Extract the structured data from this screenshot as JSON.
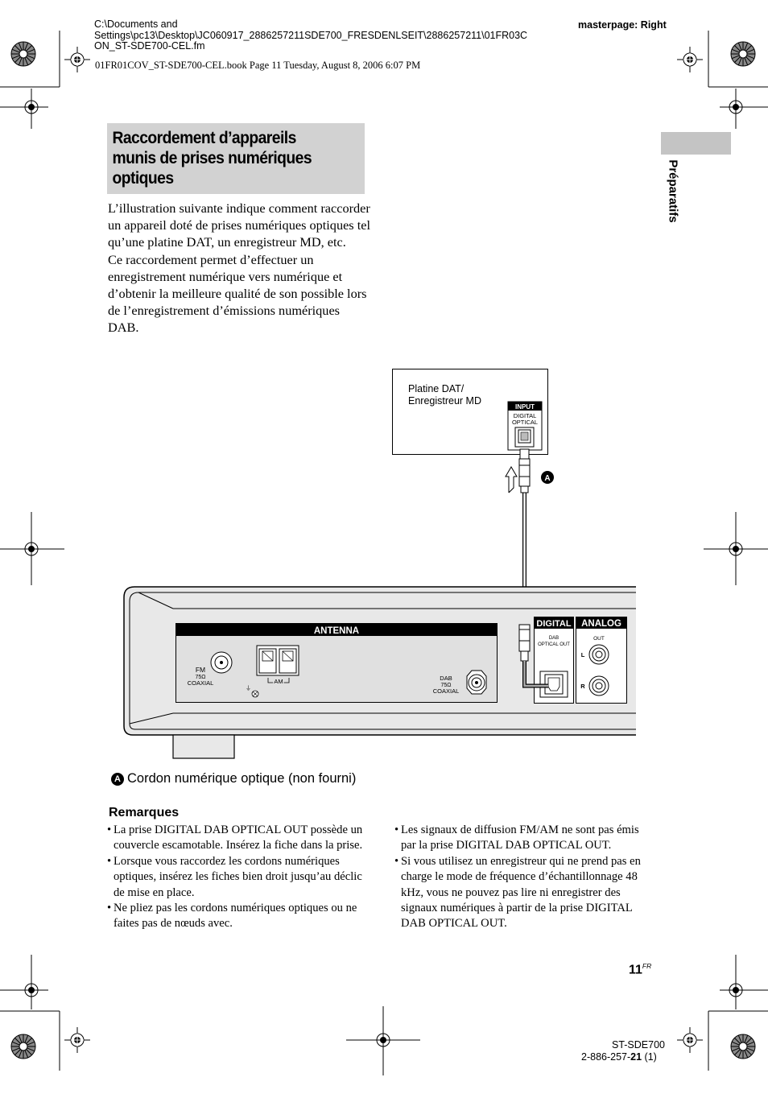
{
  "header": {
    "path_line1": "C:\\Documents and",
    "path_line2": "Settings\\pc13\\Desktop\\JC060917_2886257211SDE700_FRESDENLSEIT\\2886257211\\01FR03C",
    "path_line3": "ON_ST-SDE700-CEL.fm",
    "masterpage": "masterpage: Right",
    "book_line": "01FR01COV_ST-SDE700-CEL.book  Page 11  Tuesday, August 8, 2006  6:07 PM"
  },
  "section": {
    "title_line1": "Raccordement d’appareils",
    "title_line2": "munis de prises numériques",
    "title_line3": "optiques",
    "side_tab": "Préparatifs"
  },
  "intro": {
    "p1": "L’illustration suivante indique comment raccorder un appareil doté de prises numériques optiques tel qu’une platine DAT, un enregistreur MD, etc.",
    "p2": "Ce raccordement permet d’effectuer un enregistrement numérique vers numérique et d’obtenir la meilleure qualité de son possible lors de l’enregistrement d’émissions numériques DAB."
  },
  "diagram": {
    "device_line1": "Platine DAT/",
    "device_line2": "Enregistreur MD",
    "input_label": "INPUT",
    "digital_optical_1": "DIGITAL",
    "digital_optical_2": "OPTICAL",
    "callout": "A",
    "antenna": "ANTENNA",
    "fm": "FM",
    "fm_ohm": "75Ω",
    "fm_coaxial": "COAXIAL",
    "am": "AM",
    "dab": "DAB",
    "dab_ohm": "75Ω",
    "dab_coaxial": "COAXIAL",
    "digital": "DIGITAL",
    "analog": "ANALOG",
    "dab_optical_1": "DAB",
    "dab_optical_2": "OPTICAL OUT",
    "out": "OUT",
    "l": "L",
    "r": "R"
  },
  "legend": {
    "badge": "A",
    "text": "Cordon numérique optique (non fourni)"
  },
  "remarks": {
    "title": "Remarques",
    "left": [
      "La prise DIGITAL DAB OPTICAL OUT possède un couvercle escamotable. Insérez la fiche dans la prise.",
      "Lorsque vous raccordez les cordons numériques optiques, insérez les fiches bien droit jusqu’au déclic de mise en place.",
      "Ne pliez pas les cordons numériques optiques ou ne faites pas de nœuds avec."
    ],
    "right": [
      "Les signaux de diffusion FM/AM ne sont pas émis par la prise DIGITAL DAB OPTICAL OUT.",
      "Si vous utilisez un enregistreur qui ne prend pas en charge le mode de fréquence d’échantillonnage 48 kHz, vous ne pouvez pas lire ni enregistrer des signaux numériques à partir de la prise DIGITAL DAB OPTICAL OUT."
    ]
  },
  "footer": {
    "page_number": "11",
    "page_suffix": "FR",
    "model": "ST-SDE700",
    "code_prefix": "2-886-257-",
    "code_bold": "21",
    "code_suffix": " (1)"
  }
}
